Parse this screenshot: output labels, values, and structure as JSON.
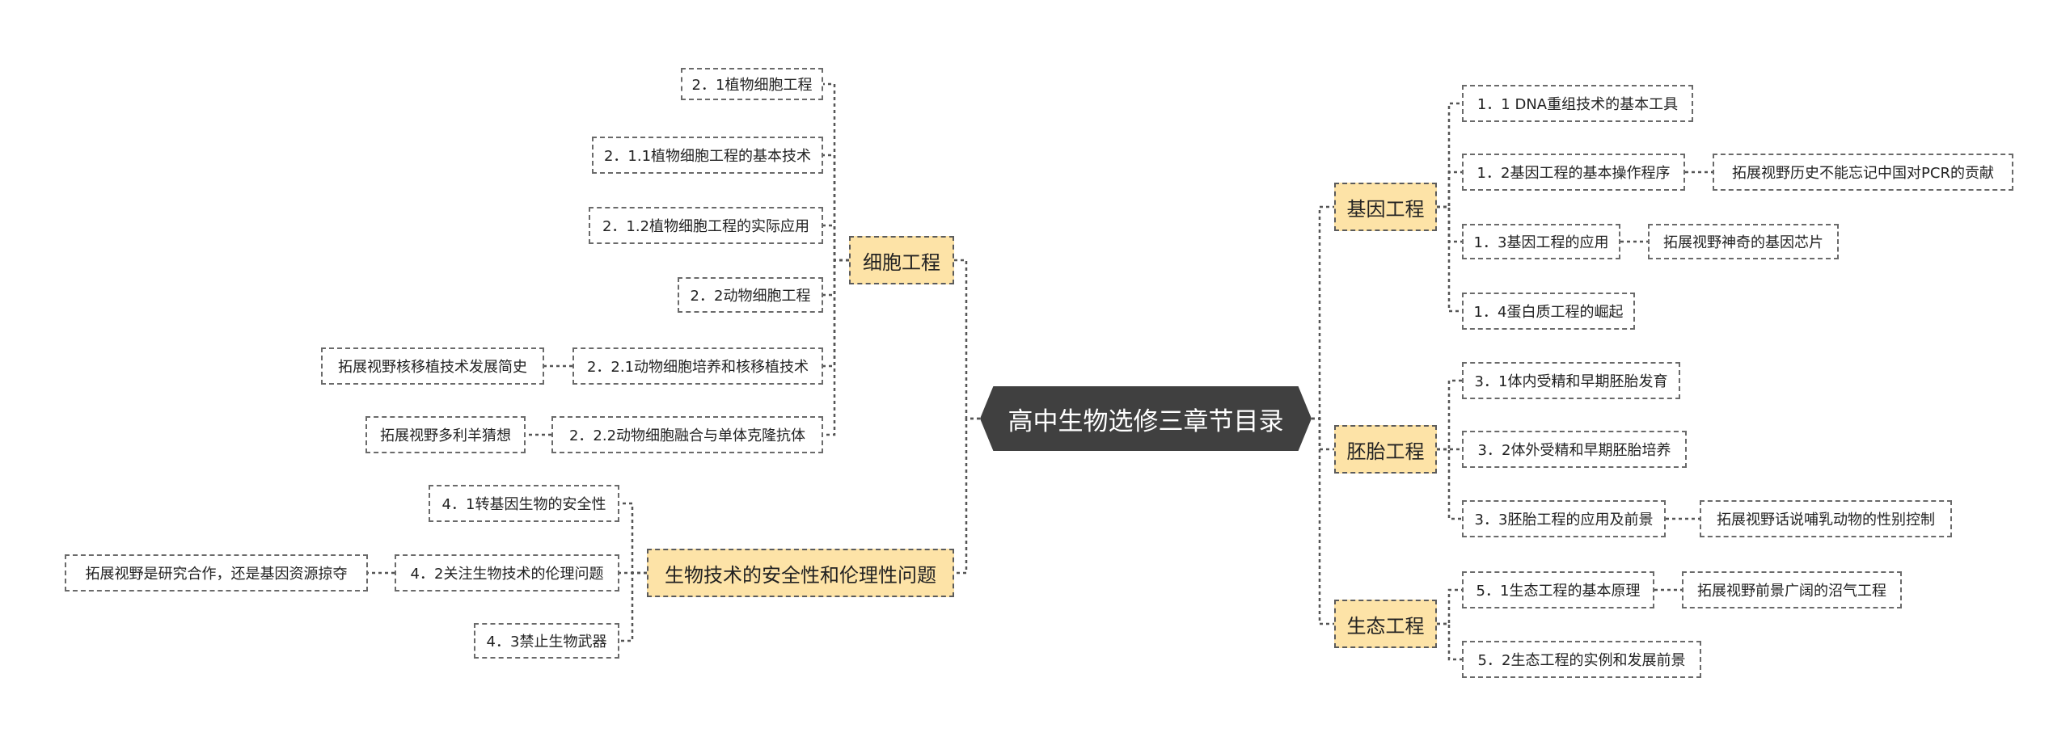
{
  "root": {
    "label": "高中生物选修三章节目录"
  },
  "branches": [
    {
      "label": "细胞工程",
      "side": "left",
      "children": [
        {
          "label": "2．1植物细胞工程"
        },
        {
          "label": "2．1.1植物细胞工程的基本技术"
        },
        {
          "label": "2．1.2植物细胞工程的实际应用"
        },
        {
          "label": "2．2动物细胞工程"
        },
        {
          "label": "2．2.1动物细胞培养和核移植技术",
          "extra": "拓展视野核移植技术发展简史"
        },
        {
          "label": "2．2.2动物细胞融合与单体克隆抗体",
          "extra": "拓展视野多利羊猜想"
        }
      ]
    },
    {
      "label": "生物技术的安全性和伦理性问题",
      "side": "left",
      "children": [
        {
          "label": "4．1转基因生物的安全性"
        },
        {
          "label": "4．2关注生物技术的伦理问题",
          "extra": "拓展视野是研究合作，还是基因资源掠夺"
        },
        {
          "label": "4．3禁止生物武器"
        }
      ]
    },
    {
      "label": "基因工程",
      "side": "right",
      "children": [
        {
          "label": "1．1 DNA重组技术的基本工具"
        },
        {
          "label": "1．2基因工程的基本操作程序",
          "extra": "拓展视野历史不能忘记中国对PCR的贡献"
        },
        {
          "label": "1．3基因工程的应用",
          "extra": "拓展视野神奇的基因芯片"
        },
        {
          "label": "1．4蛋白质工程的崛起"
        }
      ]
    },
    {
      "label": "胚胎工程",
      "side": "right",
      "children": [
        {
          "label": "3．1体内受精和早期胚胎发育"
        },
        {
          "label": "3．2体外受精和早期胚胎培养"
        },
        {
          "label": "3．3胚胎工程的应用及前景",
          "extra": "拓展视野话说哺乳动物的性别控制"
        }
      ]
    },
    {
      "label": "生态工程",
      "side": "right",
      "children": [
        {
          "label": "5．1生态工程的基本原理",
          "extra": "拓展视野前景广阔的沼气工程"
        },
        {
          "label": "5．2生态工程的实例和发展前景"
        }
      ]
    }
  ],
  "colors": {
    "root": "#404040",
    "branch_fill": "#fde3a7",
    "line": "#555555"
  }
}
